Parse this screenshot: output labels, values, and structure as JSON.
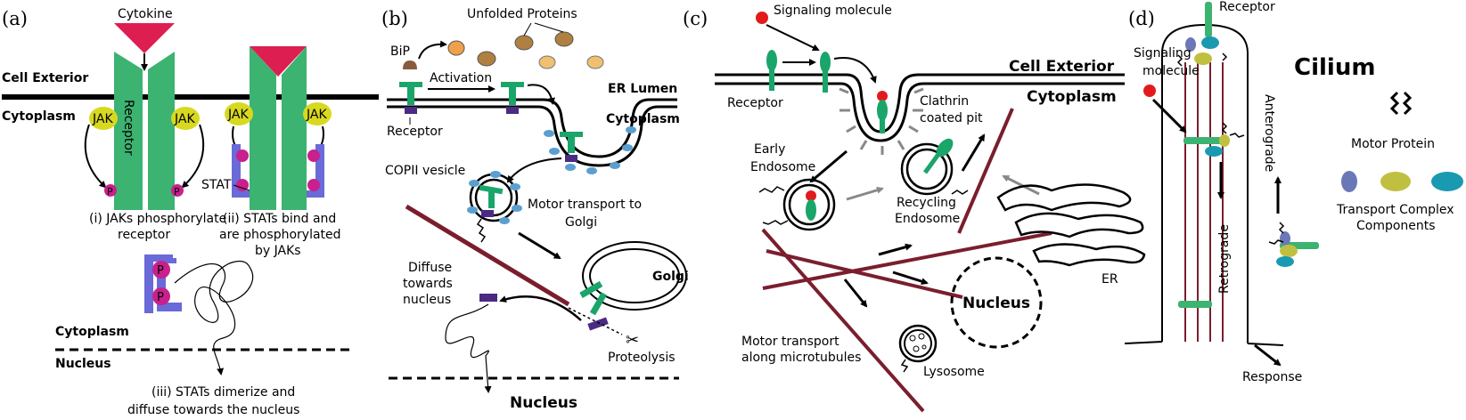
{
  "panels": {
    "a": {
      "label": "(a)",
      "cytokine": "Cytokine",
      "cell_exterior": "Cell Exterior",
      "cytoplasm_top": "Cytoplasm",
      "receptor": "Receptor",
      "jak": "JAK",
      "p": "P",
      "stat": "STAT",
      "caption_i_1": "(i) JAKs phosphorylate",
      "caption_i_2": "receptor",
      "caption_ii_1": "(ii) STATs bind and",
      "caption_ii_2": "are phosphorylated",
      "caption_ii_3": "by JAKs",
      "cytoplasm_bottom": "Cytoplasm",
      "nucleus": "Nucleus",
      "caption_iii_1": "(iii) STATs dimerize and",
      "caption_iii_2": "diffuse towards the nucleus"
    },
    "b": {
      "label": "(b)",
      "unfolded": "Unfolded Proteins",
      "bip": "BiP",
      "activation": "Activation",
      "er_lumen": "ER Lumen",
      "receptor": "Receptor",
      "cytoplasm": "Cytoplasm",
      "copii": "COPII vesicle",
      "motor_1": "Motor transport to",
      "motor_2": "Golgi",
      "golgi": "Golgi",
      "diffuse_1": "Diffuse",
      "diffuse_2": "towards",
      "diffuse_3": "nucleus",
      "proteolysis": "Proteolysis",
      "nucleus": "Nucleus"
    },
    "c": {
      "label": "(c)",
      "signaling": "Signaling molecule",
      "cell_exterior": "Cell Exterior",
      "cytoplasm": "Cytoplasm",
      "receptor": "Receptor",
      "clathrin_1": "Clathrin",
      "clathrin_2": "coated pit",
      "early_1": "Early",
      "early_2": "Endosome",
      "recycling_1": "Recycling",
      "recycling_2": "Endosome",
      "er": "ER",
      "nucleus": "Nucleus",
      "motor_1": "Motor transport",
      "motor_2": "along microtubules",
      "lysosome": "Lysosome"
    },
    "d": {
      "label": "(d)",
      "receptor": "Receptor",
      "signaling_1": "Signaling",
      "signaling_2": "molecule",
      "cilium": "Cilium",
      "anterograde": "Anterograde",
      "retrograde": "Retrograde",
      "motor_protein": "Motor Protein",
      "transport_1": "Transport Complex",
      "transport_2": "Components",
      "response": "Response"
    }
  },
  "colors": {
    "green": "#3cb371",
    "magenta": "#dc1e50",
    "jak_yellow": "#d8d820",
    "p_magenta": "#c8208c",
    "stat_blue": "#6a6ad8",
    "maroon": "#7a1e2e",
    "receptor_teal": "#1aa56a",
    "purple": "#4a2a82",
    "copii_blue": "#5b9fd0",
    "signal_red": "#e31a1c",
    "complex_blue": "#6a78b8",
    "complex_yellow": "#c0c040",
    "complex_teal": "#1a9ab0"
  }
}
